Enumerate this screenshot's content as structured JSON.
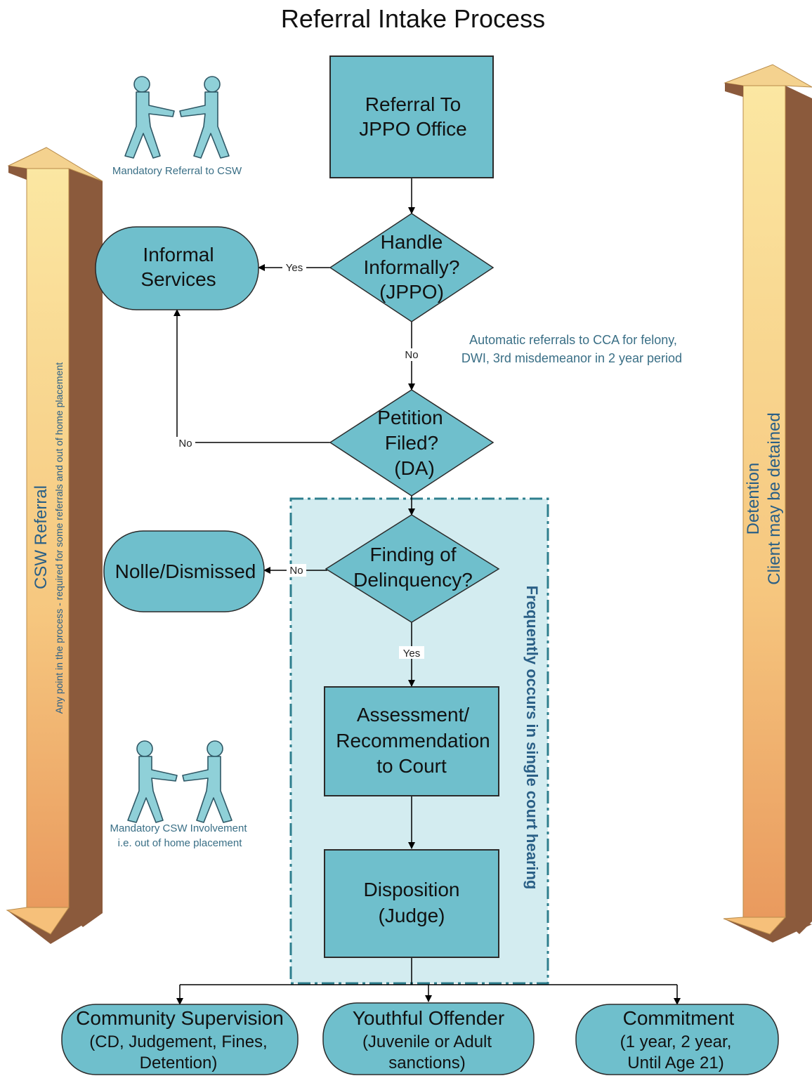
{
  "title": "Referral Intake Process",
  "colors": {
    "node_fill": "#6fbfcc",
    "node_stroke": "#2b2b2b",
    "region_fill": "#d3ecf0",
    "region_stroke": "#2f7f8e",
    "arrow_light": "#f8d48a",
    "arrow_dark": "#8b5a3c",
    "note_text": "#3a6f86"
  },
  "nodes": {
    "referral": {
      "line1": "Referral To",
      "line2": "JPPO Office"
    },
    "handle": {
      "line1": "Handle",
      "line2": "Informally?",
      "line3": "(JPPO)"
    },
    "informal": {
      "line1": "Informal",
      "line2": "Services"
    },
    "petition": {
      "line1": "Petition",
      "line2": "Filed?",
      "line3": "(DA)"
    },
    "finding": {
      "line1": "Finding of",
      "line2": "Delinquency?"
    },
    "nolle": {
      "label": "Nolle/Dismissed"
    },
    "assessment": {
      "line1": "Assessment/",
      "line2": "Recommendation",
      "line3": "to Court"
    },
    "disposition": {
      "line1": "Disposition",
      "line2": "(Judge)"
    },
    "community": {
      "line1": "Community Supervision",
      "line2": "(CD, Judgement, Fines,",
      "line3": "Detention)"
    },
    "youthful": {
      "line1": "Youthful Offender",
      "line2": "(Juvenile or Adult",
      "line3": "sanctions)"
    },
    "commitment": {
      "line1": "Commitment",
      "line2": "(1 year, 2 year,",
      "line3": "Until Age 21)"
    }
  },
  "edge_labels": {
    "handle_yes": "Yes",
    "handle_no": "No",
    "petition_no": "No",
    "finding_no": "No",
    "finding_yes": "Yes"
  },
  "notes": {
    "automatic_line1": "Automatic referrals to CCA for felony,",
    "automatic_line2": "DWI, 3rd misdemeanor in 2 year period",
    "frequent": "Frequently occurs in single court hearing",
    "mandatory_referral": "Mandatory Referral to CSW",
    "mandatory_involvement_line1": "Mandatory CSW Involvement",
    "mandatory_involvement_line2": "i.e. out of home placement"
  },
  "left_arrow": {
    "title": "CSW Referral",
    "subtitle": "Any point in the process - required for some referrals and out of home placement"
  },
  "right_arrow": {
    "line1": "Detention",
    "line2": "Client may be detained"
  },
  "icons": [
    "people-handshake-icon",
    "people-handshake-icon"
  ]
}
